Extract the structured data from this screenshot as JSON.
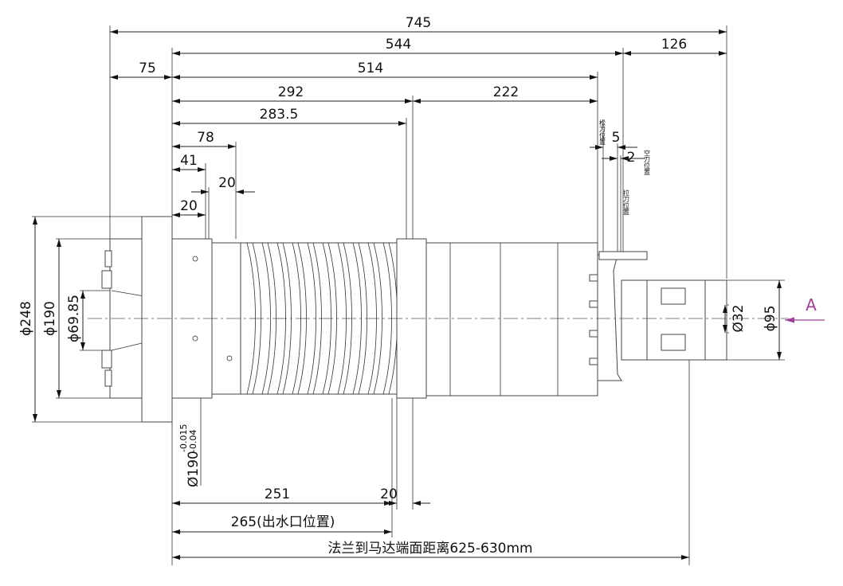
{
  "dimensions": {
    "overall": "745",
    "flange_to_rear": "544",
    "rear_extension": "126",
    "flange_thickness": "75",
    "body_length": "514",
    "front_section": "292",
    "motor_section": "222",
    "groove_position": "283.5",
    "d78": "78",
    "d41": "41",
    "d20_upper": "20",
    "d20_lower": "20",
    "d5": "5",
    "d2": "2",
    "d251": "251",
    "d20_bottom": "20",
    "water_outlet": "265(出水口位置)",
    "flange_to_motor": "法兰到马达端面距离625-630mm",
    "dia248": "ϕ248",
    "dia190": "ϕ190",
    "dia69_85": "ϕ69.85",
    "dia190_tol": "Ø190",
    "tol_upper": "-0.015",
    "tol_lower": "-0.04",
    "dia32": "Ø32",
    "dia95": "ϕ95"
  },
  "labels": {
    "release_position": "松刀位置",
    "empty_position": "空刀位置",
    "clamp_position": "拉刀位置",
    "view_a": "A"
  },
  "colors": {
    "view_arrow": "#a0409a",
    "line": "#222222"
  }
}
